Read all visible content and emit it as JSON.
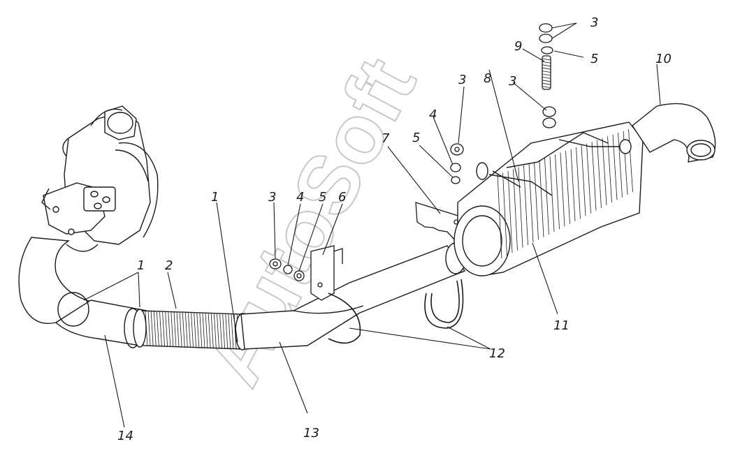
{
  "title": "Exhaust system exploded view",
  "watermark": "AutoSoft",
  "callouts": {
    "c3_top": "3",
    "c5_top": "5",
    "c9": "9",
    "c10": "10",
    "c3_mid": "3",
    "c8": "8",
    "c3_right": "3",
    "c4_mid": "4",
    "c5_mid": "5",
    "c7": "7",
    "c1_upper": "1",
    "c3_left": "3",
    "c4_left": "4",
    "c5_left": "5",
    "c6": "6",
    "c1_left": "1",
    "c2": "2",
    "c11": "11",
    "c12": "12",
    "c13": "13",
    "c14": "14"
  },
  "colors": {
    "line": "#1a1a1a",
    "watermark": "#c8c8c8",
    "background": "#ffffff"
  }
}
